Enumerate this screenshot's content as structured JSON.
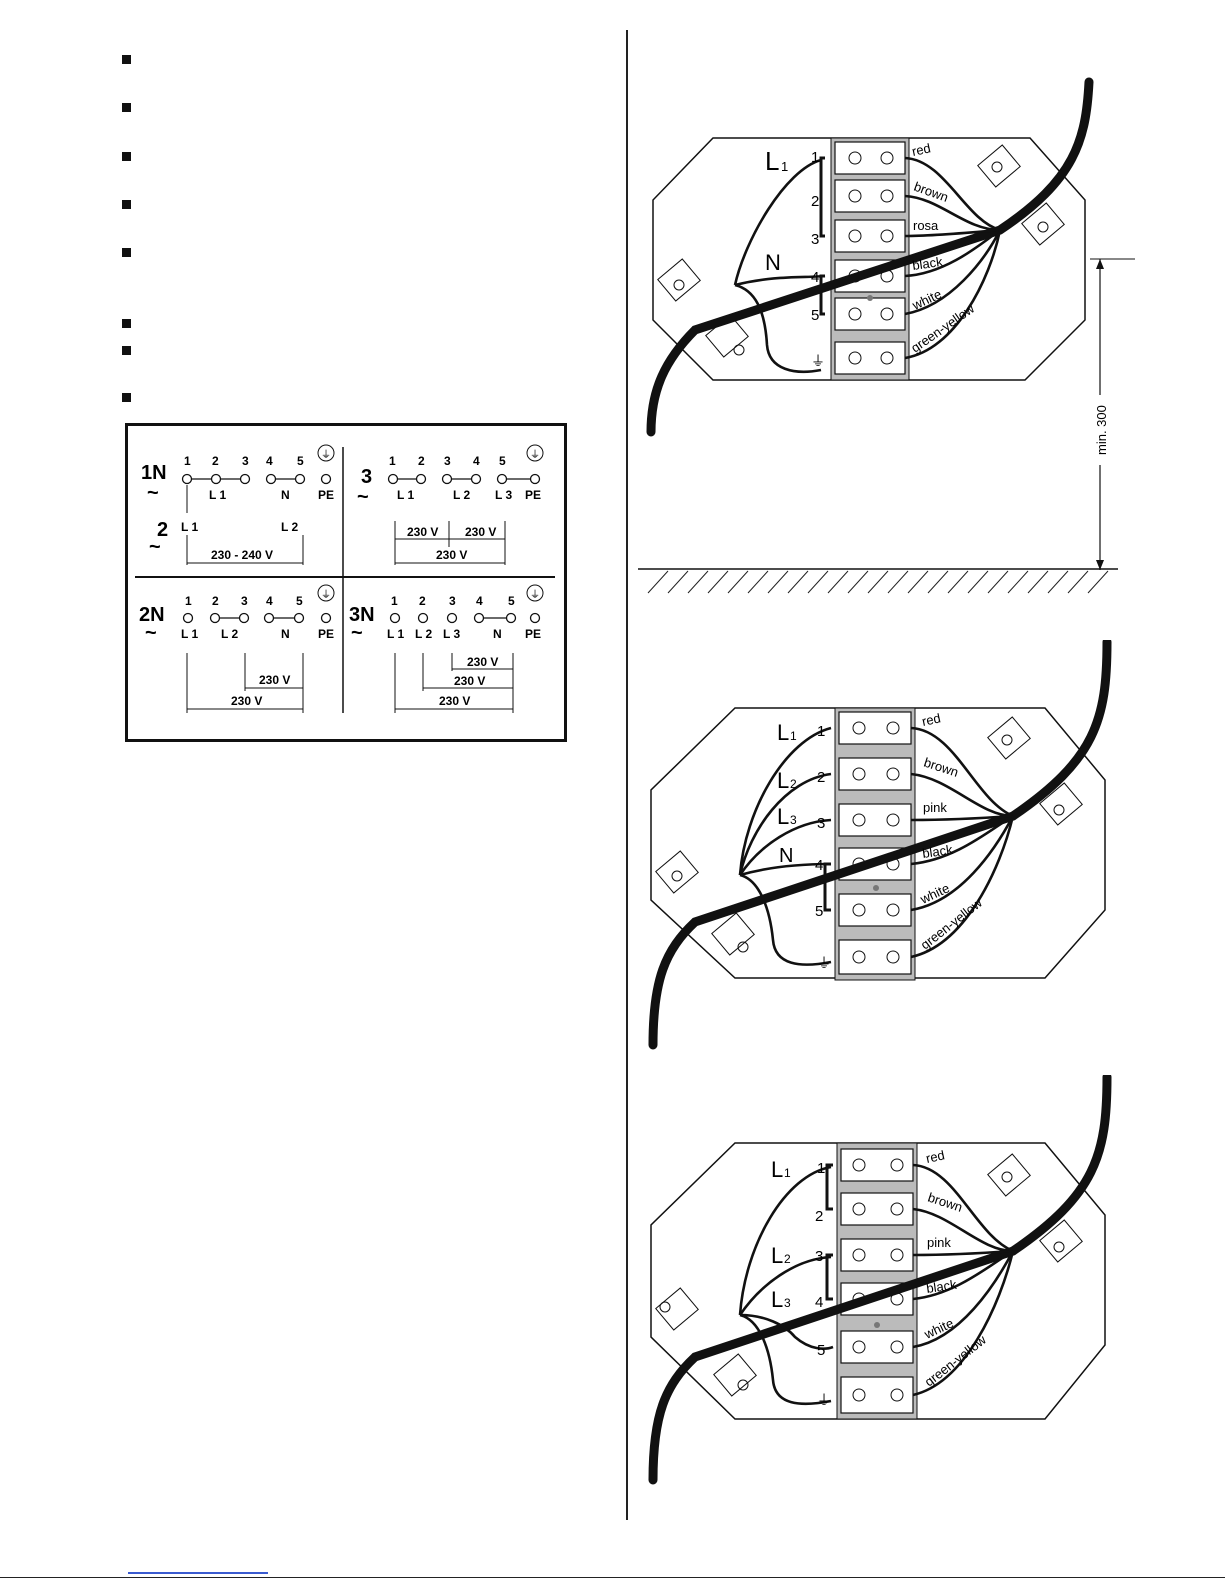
{
  "schemes": [
    {
      "code": "1N",
      "terminals": [
        "1",
        "2",
        "3",
        "4",
        "5"
      ],
      "roles": [
        "L 1",
        "N",
        "PE"
      ],
      "volt": [
        "230 - 240 V"
      ]
    },
    {
      "code": "3",
      "terminals": [
        "1",
        "2",
        "3",
        "4",
        "5"
      ],
      "roles": [
        "L 1",
        "L 2",
        "L 3",
        "PE"
      ],
      "volt": [
        "230 V",
        "230 V",
        "230 V"
      ]
    },
    {
      "code": "2",
      "roles": [
        "L 1",
        "L 2"
      ]
    },
    {
      "code": "2N",
      "terminals": [
        "1",
        "2",
        "3",
        "4",
        "5"
      ],
      "roles": [
        "L 1",
        "L 2",
        "N",
        "PE"
      ],
      "volt": [
        "230 V",
        "230 V"
      ]
    },
    {
      "code": "3N",
      "terminals": [
        "1",
        "2",
        "3",
        "4",
        "5"
      ],
      "roles": [
        "L 1",
        "L 2",
        "L 3",
        "N",
        "PE"
      ],
      "volt": [
        "230 V",
        "230 V",
        "230 V"
      ]
    }
  ],
  "tilde": "~",
  "dimension_label": "min. 300",
  "diagrams": [
    {
      "phases": [
        "L",
        "N"
      ],
      "sub": [
        "1"
      ],
      "terminals": [
        "1",
        "2",
        "3",
        "4",
        "5"
      ],
      "wires": [
        "red",
        "brown",
        "rosa",
        "black",
        "white",
        "green-yellow"
      ]
    },
    {
      "phases": [
        "L",
        "L",
        "L",
        "N"
      ],
      "sub": [
        "1",
        "2",
        "3"
      ],
      "terminals": [
        "1",
        "2",
        "3",
        "4",
        "5"
      ],
      "wires": [
        "red",
        "brown",
        "pink",
        "black",
        "white",
        "green-yellow"
      ]
    },
    {
      "phases": [
        "L",
        "L",
        "L"
      ],
      "sub": [
        "1",
        "2",
        "3"
      ],
      "terminals": [
        "1",
        "2",
        "3",
        "4",
        "5"
      ],
      "wires": [
        "red",
        "brown",
        "pink",
        "black",
        "white",
        "green-yellow"
      ]
    }
  ]
}
